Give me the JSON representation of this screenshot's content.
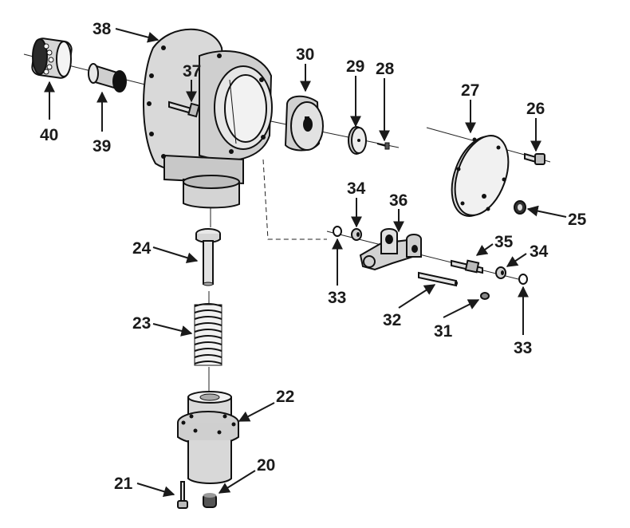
{
  "callouts": {
    "c20": "20",
    "c21": "21",
    "c22": "22",
    "c23": "23",
    "c24": "24",
    "c25": "25",
    "c26": "26",
    "c27": "27",
    "c28": "28",
    "c29": "29",
    "c30": "30",
    "c31": "31",
    "c32": "32",
    "c33a": "33",
    "c33b": "33",
    "c34a": "34",
    "c34b": "34",
    "c35": "35",
    "c36": "36",
    "c37": "37",
    "c38": "38",
    "c39": "39",
    "c40": "40"
  }
}
